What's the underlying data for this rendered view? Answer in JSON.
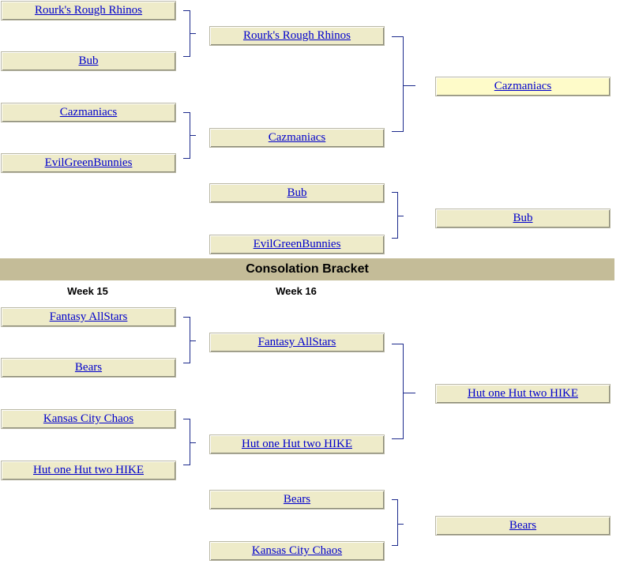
{
  "winners": {
    "round1": [
      "Rourk's Rough Rhinos",
      "Bub",
      "Cazmaniacs",
      "EvilGreenBunnies"
    ],
    "round2": [
      "Rourk's Rough Rhinos",
      "Cazmaniacs"
    ],
    "champion": "Cazmaniacs",
    "third_place_game": [
      "Bub",
      "EvilGreenBunnies"
    ],
    "third_place": "Bub"
  },
  "consolation": {
    "title": "Consolation Bracket",
    "week_labels": [
      "Week 15",
      "Week 16"
    ],
    "round1": [
      "Fantasy AllStars",
      "Bears",
      "Kansas City Chaos",
      "Hut one Hut two HIKE"
    ],
    "round2": [
      "Fantasy AllStars",
      "Hut one Hut two HIKE"
    ],
    "winner": "Hut one Hut two HIKE",
    "second_game": [
      "Bears",
      "Kansas City Chaos"
    ],
    "second_winner": "Bears"
  },
  "colors": {
    "team_box": "#eeebc9",
    "champion_box": "#fefbc9",
    "banner": "#c4bc98",
    "link": "#0000cc",
    "connector": "#1c2a8c"
  }
}
